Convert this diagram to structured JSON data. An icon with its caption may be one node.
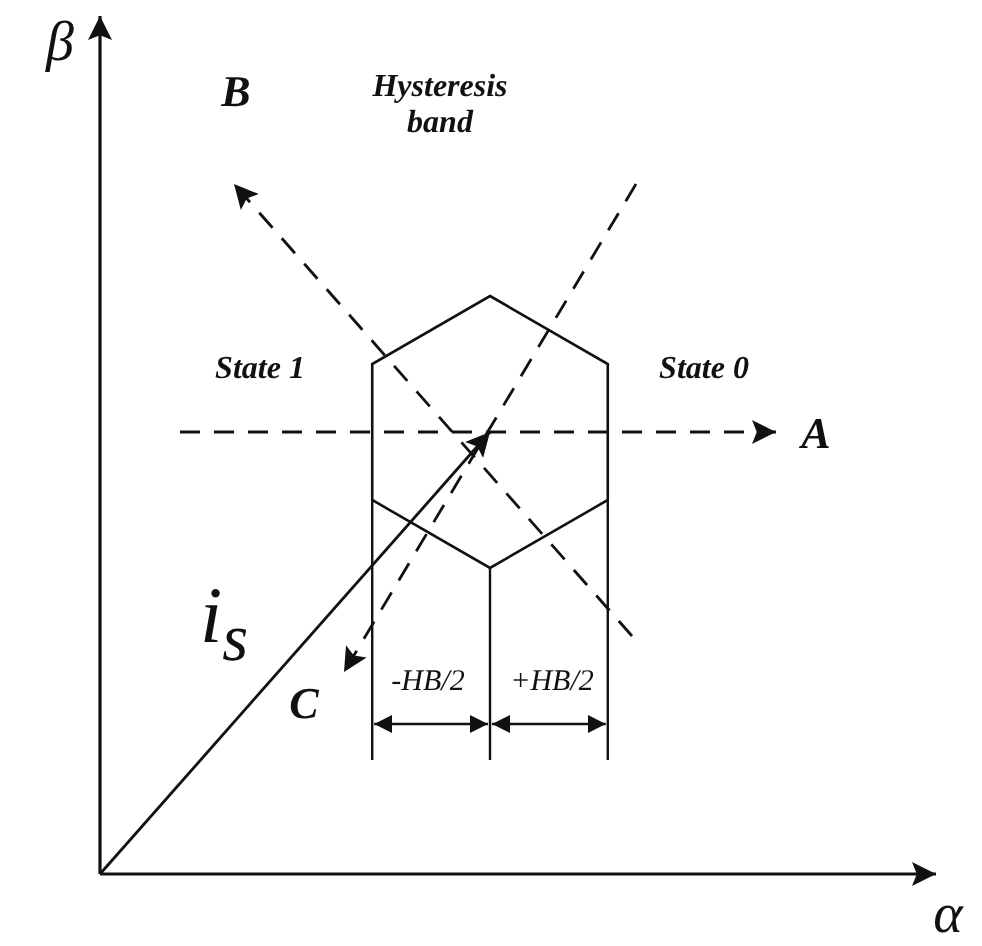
{
  "diagram": {
    "nodes": [
      {
        "text": [],
        "shape": "hexagon"
      }
    ],
    "labels": [
      "β",
      "B",
      "Hysteresis band",
      "State 1",
      "State 0",
      "A",
      "i$_{s}$",
      "C",
      "-HB/2",
      "+HB/2",
      "α"
    ]
  }
}
